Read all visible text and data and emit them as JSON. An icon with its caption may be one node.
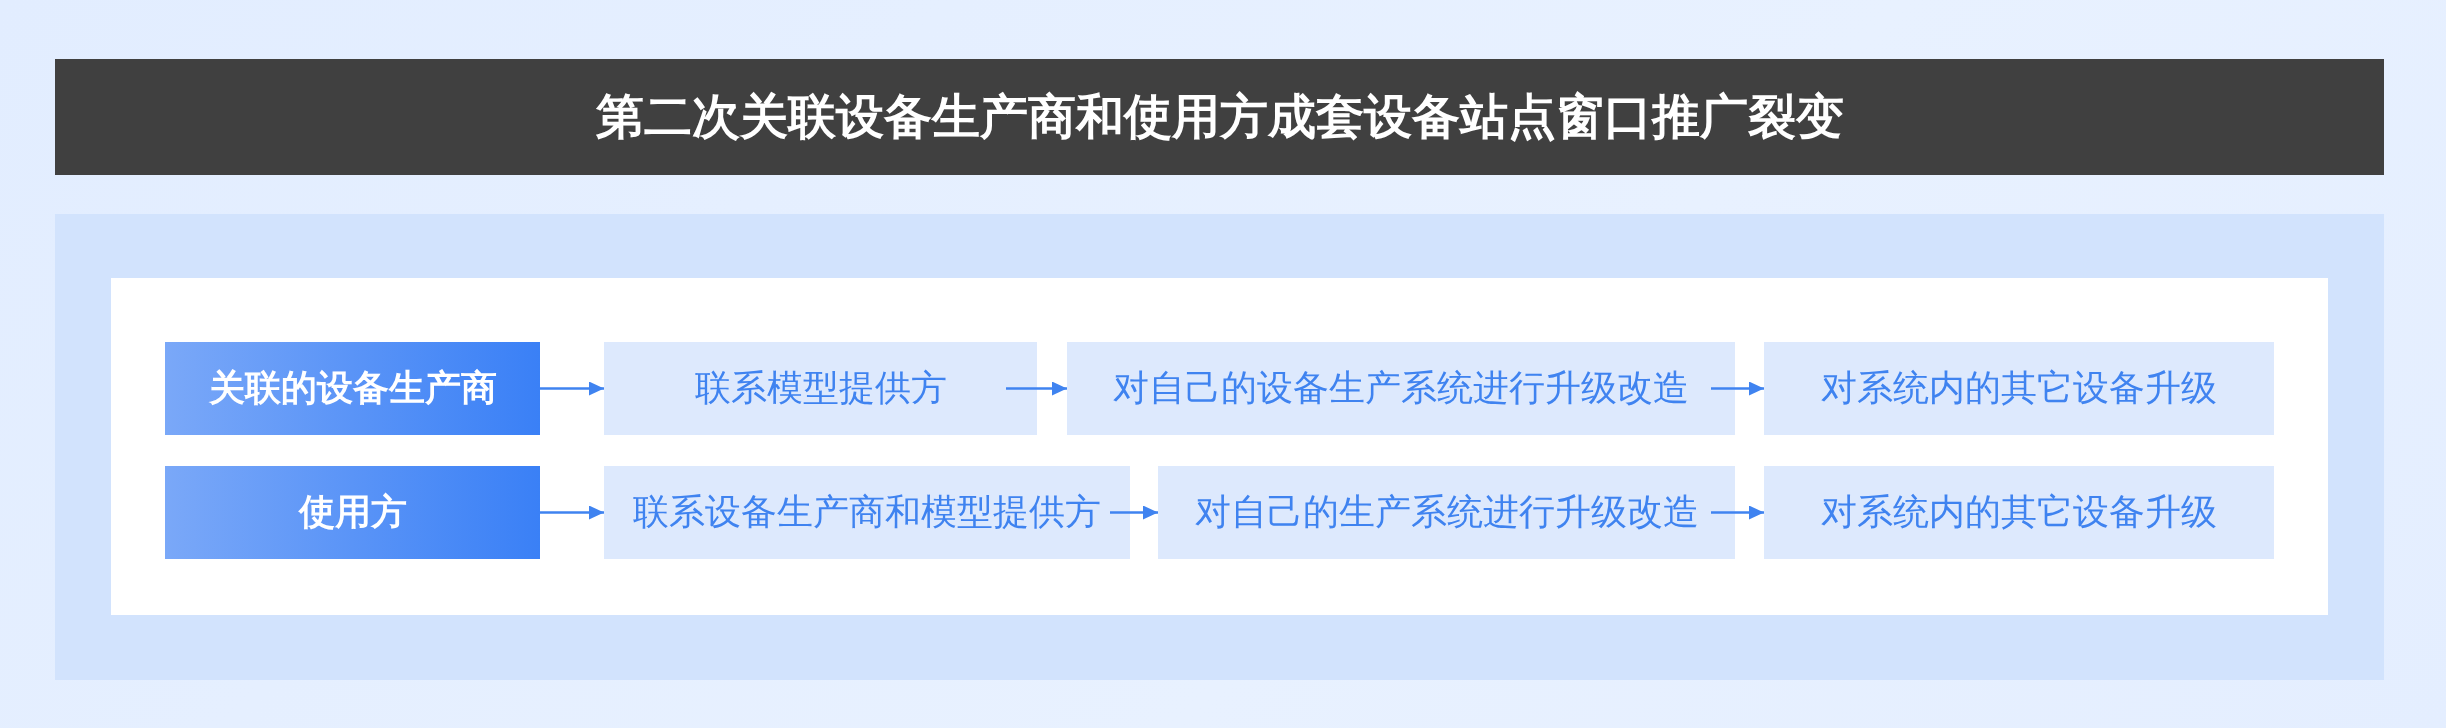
{
  "diagram": {
    "title": "第二次关联设备生产商和使用方成套设备站点窗口推广裂变",
    "nodes": [
      {
        "text": [
          "关联的设备生产商"
        ]
      },
      {
        "text": [
          "联系模型提供方"
        ]
      },
      {
        "text": [
          "对自己的设备生产系统进行升级改造"
        ]
      },
      {
        "text": [
          "对系统内的其它设备升级"
        ]
      },
      {
        "text": [
          "使用方"
        ]
      },
      {
        "text": [
          "联系设备生产商和模型提供方"
        ]
      },
      {
        "text": [
          "对自己的生产系统进行升级改造"
        ]
      },
      {
        "text": [
          "对系统内的其它设备升级"
        ]
      }
    ],
    "edges": [
      {
        "from": 0,
        "to": 1,
        "arrow": "to"
      },
      {
        "from": 1,
        "to": 2,
        "arrow": "to"
      },
      {
        "from": 2,
        "to": 3,
        "arrow": "to"
      },
      {
        "from": 4,
        "to": 5,
        "arrow": "to"
      },
      {
        "from": 5,
        "to": 6,
        "arrow": "to"
      },
      {
        "from": 6,
        "to": 7,
        "arrow": "to"
      }
    ]
  }
}
